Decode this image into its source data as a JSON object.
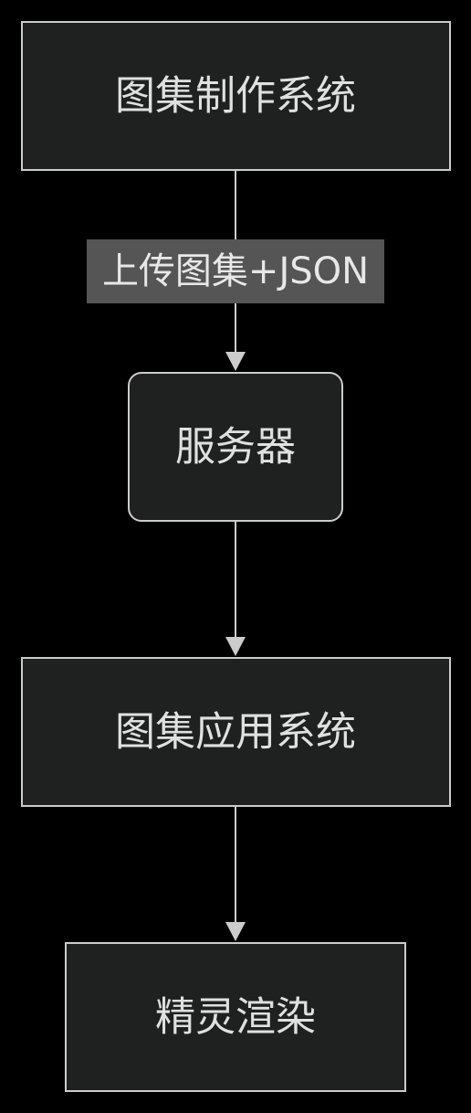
{
  "colors": {
    "background": "#000000",
    "node_fill": "#1f2020",
    "node_stroke": "#cccccc",
    "edge": "#cccccc",
    "edge_label_bg": "#555555",
    "text": "#e0e0e0"
  },
  "nodes": {
    "atlas_maker": "图集制作系统",
    "server": "服务器",
    "atlas_app": "图集应用系统",
    "sprite_render": "精灵渲染"
  },
  "edges": {
    "upload_label": "上传图集+JSON"
  }
}
